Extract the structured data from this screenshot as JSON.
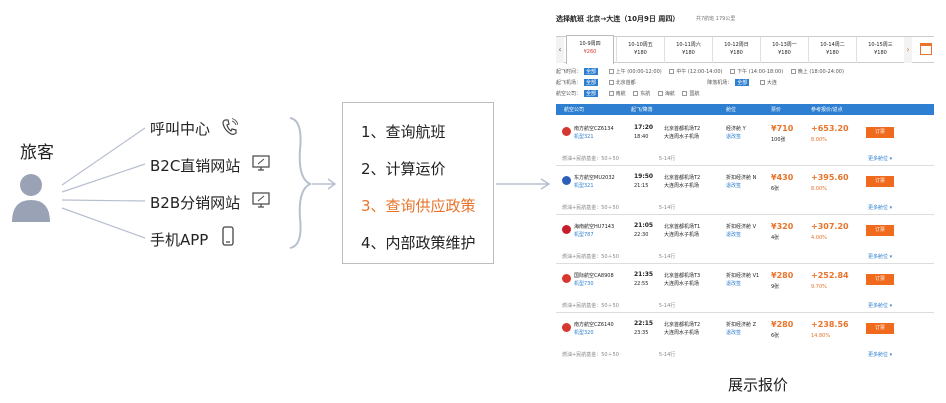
{
  "traveler": {
    "label": "旅客"
  },
  "channels": [
    {
      "label": "呼叫中心",
      "icon": "phone-icon"
    },
    {
      "label": "B2C直销网站",
      "icon": "monitor-icon"
    },
    {
      "label": "B2B分销网站",
      "icon": "monitor-icon"
    },
    {
      "label": "手机APP",
      "icon": "mobile-icon"
    }
  ],
  "steps": [
    {
      "label": "1、查询航班",
      "highlight": false
    },
    {
      "label": "2、计算运价",
      "highlight": false
    },
    {
      "label": "3、查询供应政策",
      "highlight": true
    },
    {
      "label": "4、内部政策维护",
      "highlight": false
    }
  ],
  "colors": {
    "highlight": "#e8742b",
    "accent": "#2e7fd1",
    "action": "#f06a1d",
    "price": "#d6372f"
  },
  "screenshot": {
    "title": "选择航班 北京→大连（10月9日 周四）",
    "subtitle": "共7航班 179公里",
    "dates": [
      {
        "day": "10-9周四",
        "price": "¥260"
      },
      {
        "day": "10-10周五",
        "price": "¥180"
      },
      {
        "day": "10-11周六",
        "price": "¥180"
      },
      {
        "day": "10-12周日",
        "price": "¥180"
      },
      {
        "day": "10-13周一",
        "price": "¥180"
      },
      {
        "day": "10-14周二",
        "price": "¥180"
      },
      {
        "day": "10-15周三",
        "price": "¥180"
      }
    ],
    "filters": {
      "time_label": "起飞时间：",
      "time_all": "全部",
      "times": [
        "上午 (00:00-12:00)",
        "中午 (12:00-14:00)",
        "下午 (14:00-18:00)",
        "晚上 (18:00-24:00)"
      ],
      "dep_label": "起飞机场：",
      "dep_all": "全部",
      "dep_airport": "北京首都",
      "arr_label": "降落机场：",
      "arr_all": "全部",
      "arr_airport": "大连",
      "airline_label": "航空公司：",
      "airline_all": "全部",
      "airlines": [
        "南航",
        "东航",
        "海航",
        "国航"
      ]
    },
    "columns": [
      "航空公司",
      "起飞/降落",
      "",
      "舱位",
      "票价",
      "参考报价/返点"
    ],
    "flights": [
      {
        "airline": "南方航空CZ6134",
        "model": "机型321",
        "dep": "17:20",
        "arr": "18:40",
        "dep_ap": "北京首都机场T2",
        "arr_ap": "大连周水子机场",
        "cabin": "经济舱 Y",
        "cabin_link": "退改签",
        "price": "¥710",
        "remain": "100张",
        "quote": "+653.20",
        "rebate": "8.00%",
        "button": "订票",
        "note": "燃油+民航基金：50＋50",
        "note2": "5-14行",
        "more": "更多舱位",
        "logo_color": "#d6372f"
      },
      {
        "airline": "东方航空MU2032",
        "model": "机型321",
        "dep": "19:50",
        "arr": "21:15",
        "dep_ap": "北京首都机场T2",
        "arr_ap": "大连周水子机场",
        "cabin": "折扣经济舱 N",
        "cabin_link": "退改签",
        "price": "¥430",
        "remain": "6张",
        "quote": "+395.60",
        "rebate": "8.00%",
        "button": "订票",
        "note": "燃油+民航基金：50＋50",
        "note2": "5-14行",
        "more": "更多舱位",
        "logo_color": "#2e5fb8"
      },
      {
        "airline": "海南航空HU7143",
        "model": "机型787",
        "dep": "21:05",
        "arr": "22:30",
        "dep_ap": "北京首都机场T1",
        "arr_ap": "大连周水子机场",
        "cabin": "折扣经济舱 V",
        "cabin_link": "退改签",
        "price": "¥320",
        "remain": "4张",
        "quote": "+307.20",
        "rebate": "4.00%",
        "button": "订票",
        "note": "燃油+民航基金：50＋50",
        "note2": "5-14行",
        "more": "更多舱位",
        "logo_color": "#c81e2b"
      },
      {
        "airline": "国际航空CA8908",
        "model": "机型730",
        "dep": "21:35",
        "arr": "22:55",
        "dep_ap": "北京首都机场T3",
        "arr_ap": "大连周水子机场",
        "cabin": "折扣经济舱 V1",
        "cabin_link": "退改签",
        "price": "¥280",
        "remain": "9张",
        "quote": "+252.84",
        "rebate": "9.70%",
        "button": "订票",
        "note": "燃油+民航基金：50＋50",
        "note2": "5-14行",
        "more": "更多舱位",
        "logo_color": "#d6372f"
      },
      {
        "airline": "南方航空CZ6140",
        "model": "机型320",
        "dep": "22:15",
        "arr": "23:35",
        "dep_ap": "北京首都机场T2",
        "arr_ap": "大连周水子机场",
        "cabin": "折扣经济舱 Z",
        "cabin_link": "退改签",
        "price": "¥280",
        "remain": "6张",
        "quote": "+238.56",
        "rebate": "14.80%",
        "button": "订票",
        "note": "燃油+民航基金：50＋50",
        "note2": "5-14行",
        "more": "更多舱位",
        "logo_color": "#d6372f"
      }
    ]
  },
  "caption": "展示报价"
}
